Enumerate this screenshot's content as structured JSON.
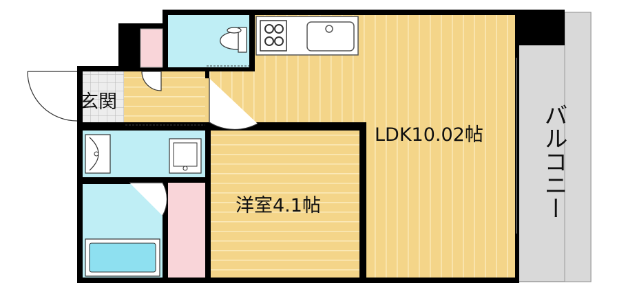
{
  "labels": {
    "entrance": "玄関",
    "ldk": "LDK10.02帖",
    "western_room": "洋室4.1帖",
    "balcony": "バルコニー"
  },
  "colors": {
    "wall": "#000000",
    "wood_floor": "#f4d589",
    "wood_stripe": "#fbe9b8",
    "wet_area": "#bfeef5",
    "closet": "#f9d5d9",
    "entrance_tile": "#e6e6e6",
    "balcony": "#d9d9d9",
    "bathtub": "#8ee0f0"
  }
}
